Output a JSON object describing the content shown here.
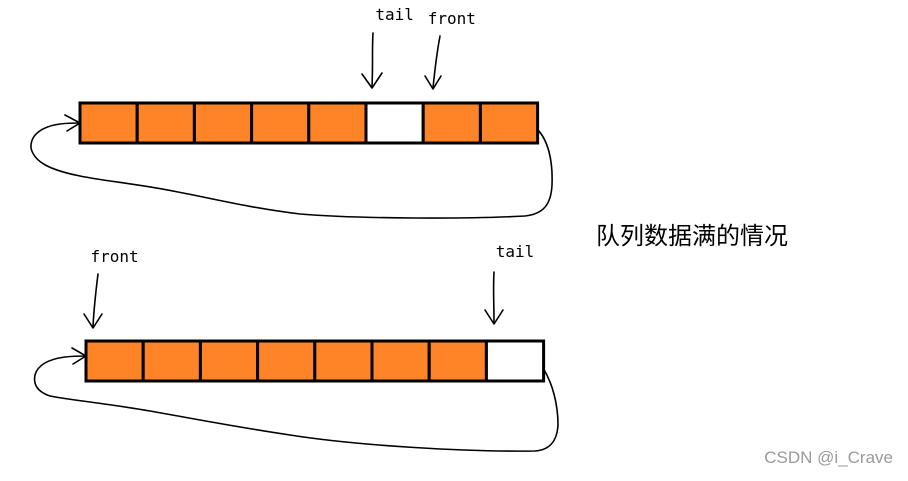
{
  "caption": "队列数据满的情况",
  "watermark": "CSDN @i_Crave",
  "colors": {
    "filled": "#FF8327",
    "empty": "#FFFFFF",
    "stroke": "#000000",
    "watermark": "#9A9A9A"
  },
  "queues": [
    {
      "name": "queue-full-case-1",
      "cells": [
        true,
        true,
        true,
        true,
        true,
        false,
        true,
        true
      ],
      "pointers": {
        "tail": {
          "label": "tail",
          "cell": 5
        },
        "front": {
          "label": "front",
          "cell": 6
        }
      }
    },
    {
      "name": "queue-full-case-2",
      "cells": [
        true,
        true,
        true,
        true,
        true,
        true,
        true,
        false
      ],
      "pointers": {
        "front": {
          "label": "front",
          "cell": 0
        },
        "tail": {
          "label": "tail",
          "cell": 7
        }
      }
    }
  ]
}
